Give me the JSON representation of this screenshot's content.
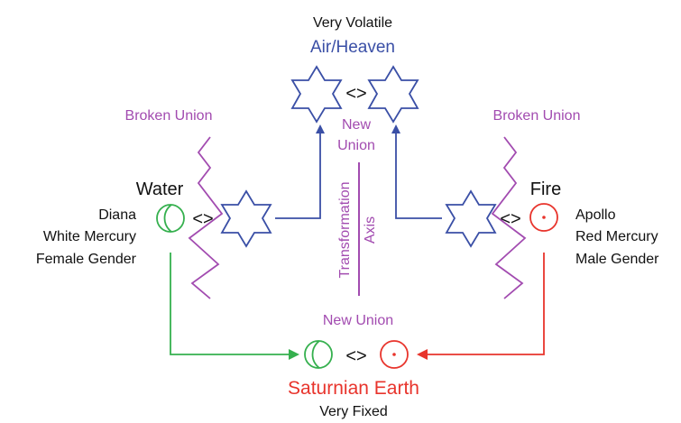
{
  "colors": {
    "blue": "#3a4fa6",
    "purple": "#a24bb0",
    "green": "#35b04e",
    "red": "#e8342c",
    "black": "#111111"
  },
  "top": {
    "quality": "Very Volatile",
    "element": "Air/Heaven",
    "symbol": "<>"
  },
  "left": {
    "broken": "Broken Union",
    "element": "Water",
    "lines": [
      "Diana",
      "White Mercury",
      "Female Gender"
    ],
    "symbol": "<>"
  },
  "right": {
    "broken": "Broken Union",
    "element": "Fire",
    "lines": [
      "Apollo",
      "Red Mercury",
      "Male Gender"
    ],
    "symbol": "<>"
  },
  "center": {
    "new_union_top": [
      "New",
      "Union"
    ],
    "axis_label": [
      "Transformation",
      "Axis"
    ]
  },
  "bottom": {
    "new_union": "New Union",
    "symbol": "<>",
    "element": "Saturnian Earth",
    "quality": "Very Fixed"
  },
  "icons": [
    "star-of-david-icon",
    "green-moon-circle-icon",
    "red-sun-circle-icon",
    "zigzag-line"
  ]
}
